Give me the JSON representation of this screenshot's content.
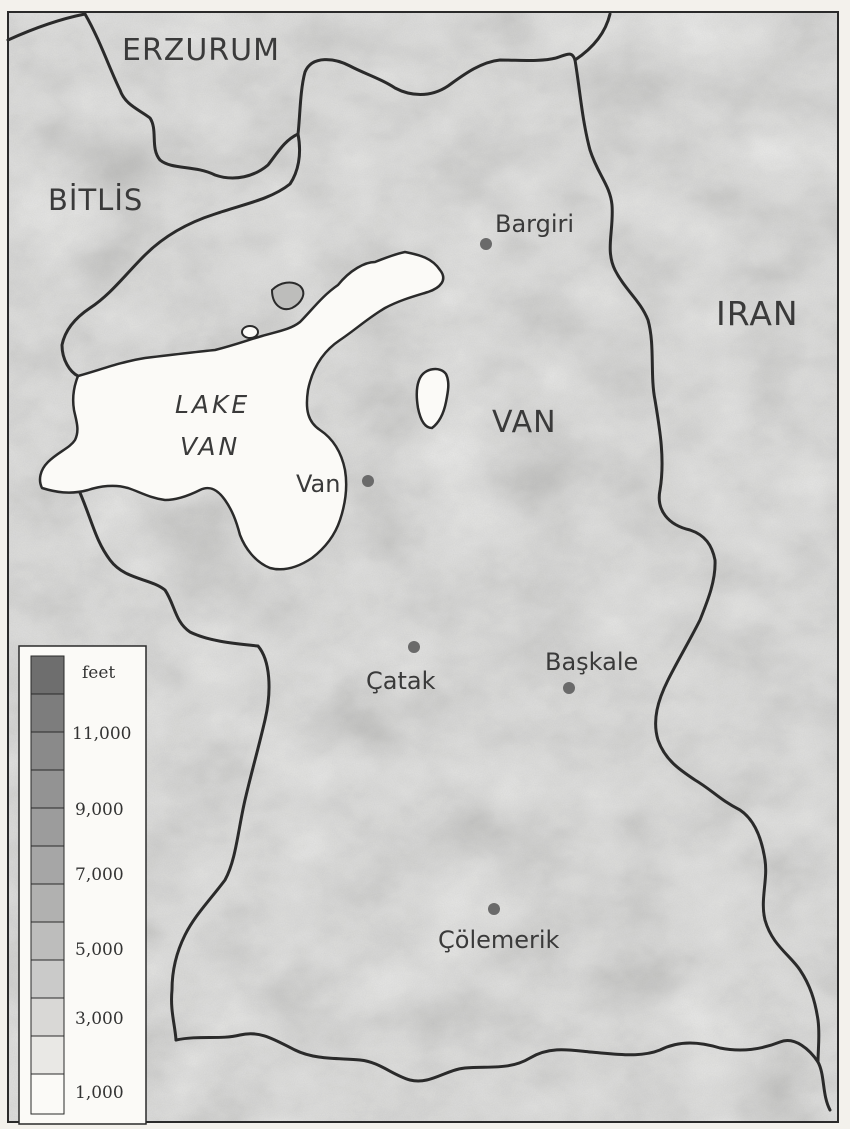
{
  "regions": {
    "erzurum": "ERZURUM",
    "bitlis": "BİTLİS",
    "iran": "IRAN",
    "van_province": "VAN"
  },
  "lake": {
    "line1": "LAKE",
    "line2": "VAN"
  },
  "cities": {
    "van": "Van",
    "bargiri": "Bargiri",
    "catak": "Çatak",
    "baskale": "Başkale",
    "colemerik": "Çölemerik"
  },
  "legend": {
    "unit": "feet",
    "labels": [
      "11,000",
      "9,000",
      "7,000",
      "5,000",
      "3,000",
      "1,000"
    ]
  },
  "colors": {
    "paper": "#f3f1ec",
    "relief_dark": "#7d7d7d",
    "relief_light": "#c9c9c7",
    "border": "#2a2a2a",
    "lake": "#fbfaf7"
  }
}
